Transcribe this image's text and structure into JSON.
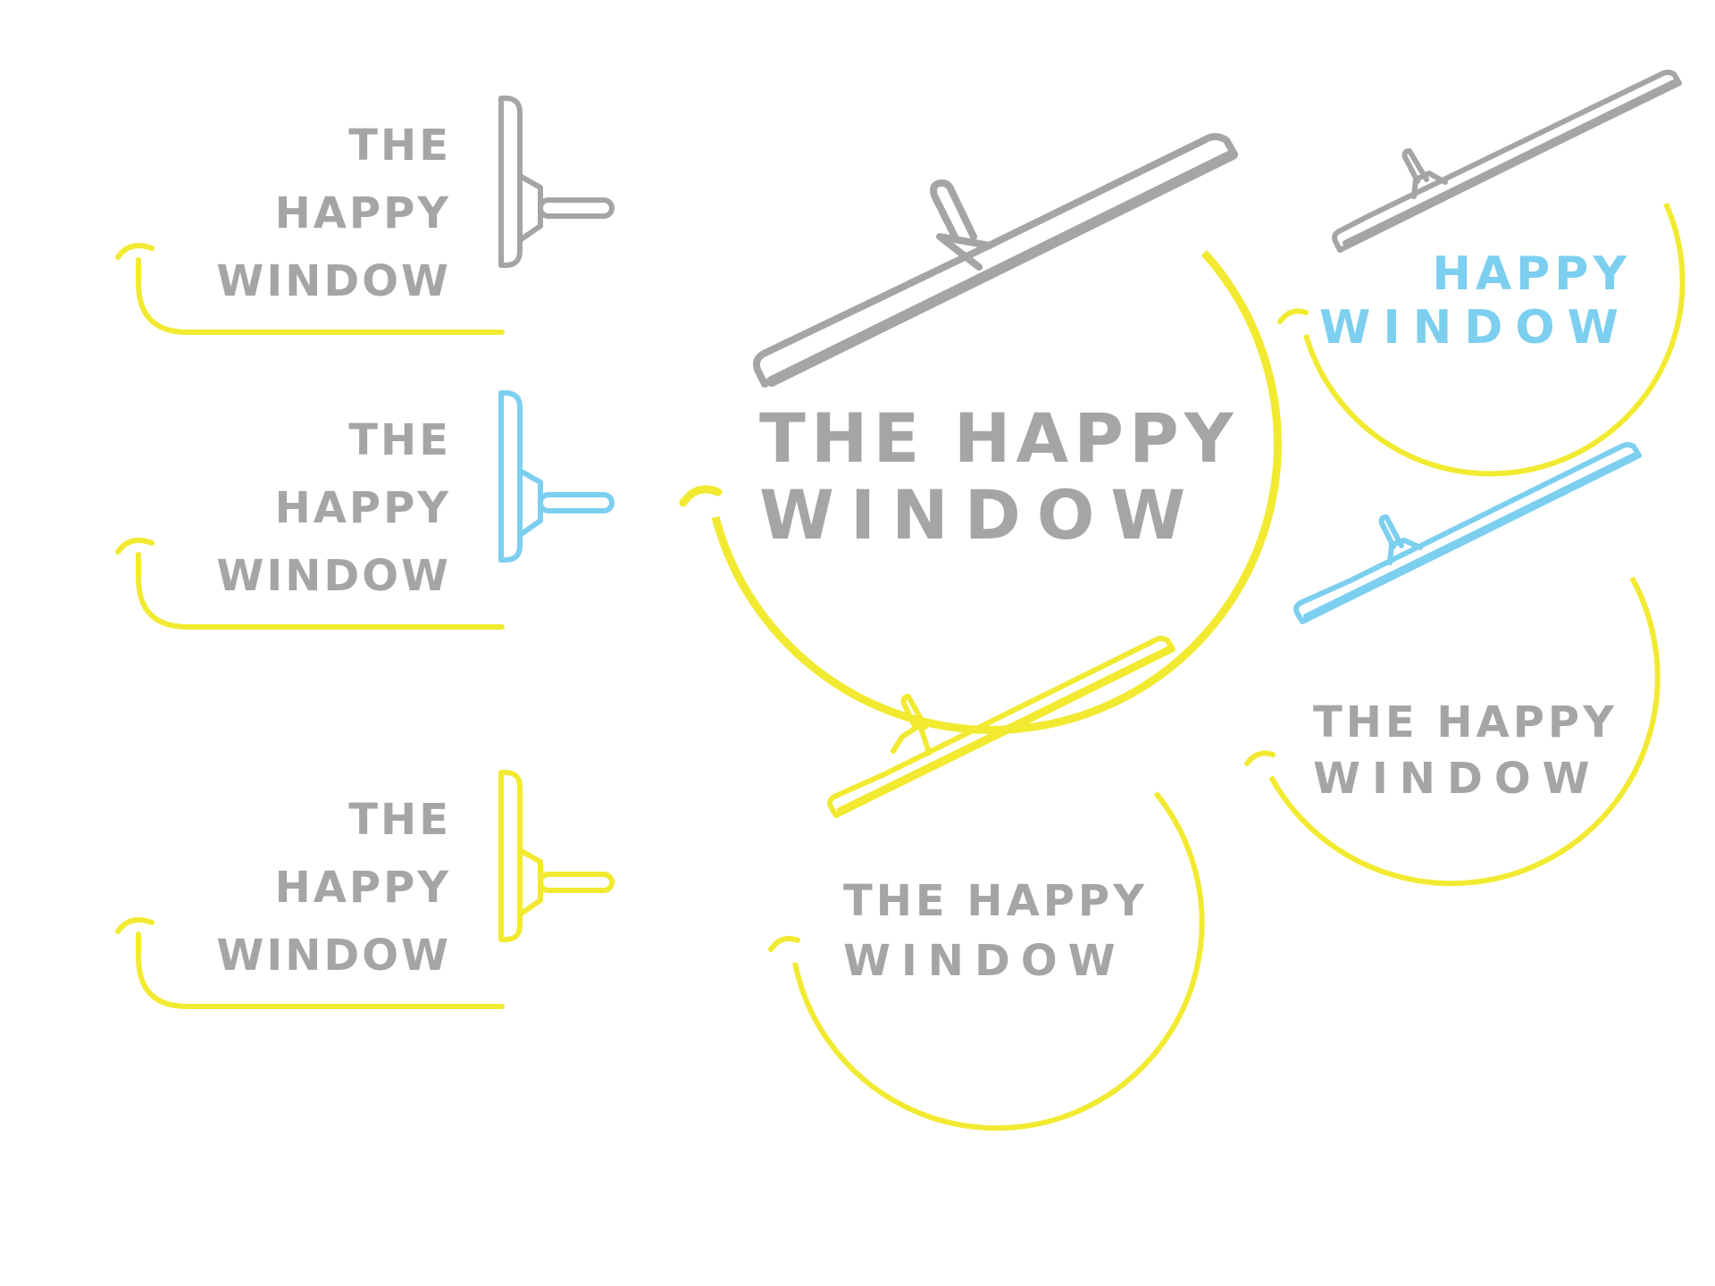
{
  "colors": {
    "gray": "#a5a5a5",
    "yellow": "#f2ea31",
    "blue": "#7ccfef",
    "background": "#ffffff"
  },
  "logos": [
    {
      "id": "vertical-gray",
      "lines": [
        "THE",
        "HAPPY",
        "WINDOW"
      ],
      "text_color": "gray",
      "squeegee_color": "gray",
      "arc_color": "yellow",
      "icon": "squeegee-icon"
    },
    {
      "id": "vertical-blue",
      "lines": [
        "THE",
        "HAPPY",
        "WINDOW"
      ],
      "text_color": "gray",
      "squeegee_color": "blue",
      "arc_color": "yellow",
      "icon": "squeegee-icon"
    },
    {
      "id": "vertical-yellow",
      "lines": [
        "THE",
        "HAPPY",
        "WINDOW"
      ],
      "text_color": "gray",
      "squeegee_color": "yellow",
      "arc_color": "yellow",
      "icon": "squeegee-icon"
    },
    {
      "id": "round-large",
      "lines": [
        "THE HAPPY",
        "WINDOW"
      ],
      "text_color": "gray",
      "squeegee_color": "gray",
      "arc_color": "yellow",
      "icon": "squeegee-icon"
    },
    {
      "id": "round-small-yellow",
      "lines": [
        "THE HAPPY",
        "WINDOW"
      ],
      "text_color": "gray",
      "squeegee_color": "yellow",
      "arc_color": "yellow",
      "icon": "squeegee-icon"
    },
    {
      "id": "round-blue-text",
      "lines": [
        "HAPPY",
        "WINDOW"
      ],
      "text_color": "blue",
      "squeegee_color": "gray",
      "arc_color": "yellow",
      "icon": "squeegee-icon"
    },
    {
      "id": "round-blue-squeegee",
      "lines": [
        "THE HAPPY",
        "WINDOW"
      ],
      "text_color": "gray",
      "squeegee_color": "blue",
      "arc_color": "yellow",
      "icon": "squeegee-icon"
    }
  ]
}
